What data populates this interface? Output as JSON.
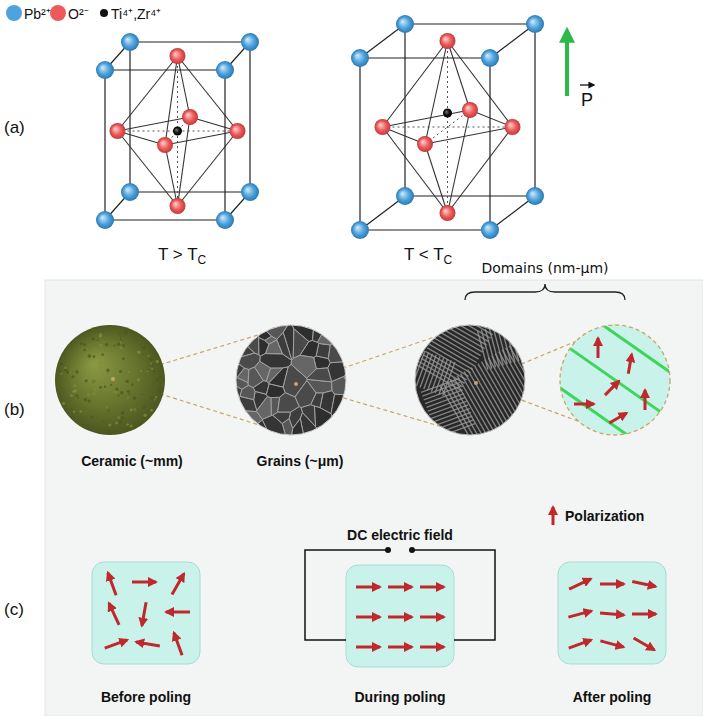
{
  "diagram": {
    "labels": [
      "(a)",
      "T > T",
      "C",
      "T < T",
      "C",
      "P",
      "(b)",
      "Domains (nm-μm)",
      "Ceramic (~mm)",
      "Grains (~μm)",
      "(c)",
      "DC electric field",
      "Before poling",
      "During poling",
      "After poling"
    ],
    "legend": [
      {
        "text": "Pb²⁺",
        "color": "#4ea3dc"
      },
      {
        "text": "O²⁻",
        "color": "#ee5a5a"
      },
      {
        "text": "Ti⁴⁺,Zr⁴⁺",
        "color": "#111111"
      },
      {
        "text": "Polarization"
      }
    ]
  }
}
